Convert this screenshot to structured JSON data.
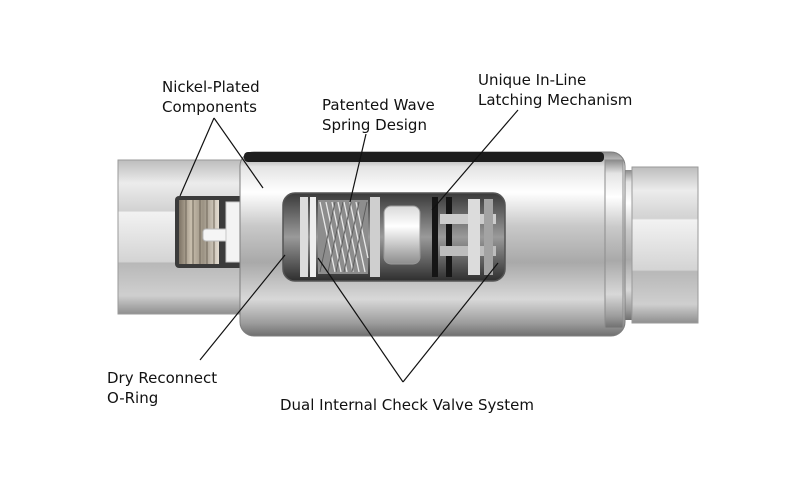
{
  "labels": {
    "nickel": {
      "line1": "Nickel-Plated",
      "line2": "Components"
    },
    "wave": {
      "line1": "Patented Wave",
      "line2": "Spring Design"
    },
    "latch": {
      "line1": "Unique In-Line",
      "line2": "Latching Mechanism"
    },
    "oring": {
      "line1": "Dry Reconnect",
      "line2": "O-Ring"
    },
    "check": {
      "line1": "Dual Internal Check Valve System"
    }
  },
  "colors": {
    "leader": "#111111",
    "text": "#111111",
    "background": "#ffffff"
  }
}
